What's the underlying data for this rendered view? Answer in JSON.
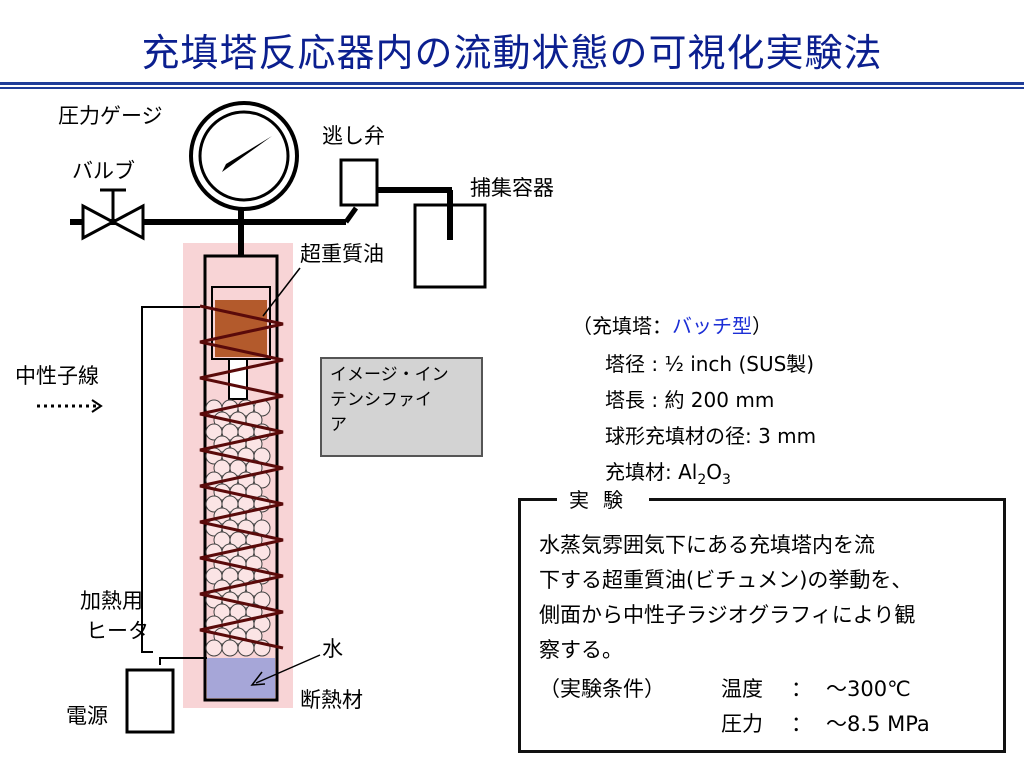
{
  "title": "充填塔反応器内の流動状態の可視化実験法",
  "labels": {
    "pressure_gauge": "圧力ゲージ",
    "valve": "バルブ",
    "relief_valve": "逃し弁",
    "collection_vessel": "捕集容器",
    "heavy_oil": "超重質油",
    "neutron_beam": "中性子線",
    "heater_line1": "加熱用",
    "heater_line2": "ヒータ",
    "power_supply": "電源",
    "water": "水",
    "insulation": "断熱材"
  },
  "image_intensifier": {
    "line1": "イメージ・イン",
    "line2": "テンシファイ",
    "line3": "ア"
  },
  "packed_tower": {
    "header_open": "（充填塔：",
    "header_type": "バッチ型",
    "header_close": "）",
    "diameter": "塔径 : ½ inch (SUS製)",
    "length": "塔長 : 約 200 mm",
    "sphere_diameter": "球形充填材の径: 3 mm",
    "material_prefix": "充填材:  Al",
    "material_sub1": "2",
    "material_mid": "O",
    "material_sub2": "3"
  },
  "experiment": {
    "title": "実験",
    "line1": "水蒸気雰囲気下にある充填塔内を流",
    "line2": "下する超重質油(ビチュメン)の挙動を、",
    "line3": "側面から中性子ラジオグラフィにより観",
    "line4": "察する。",
    "conditions_label": "（実験条件）",
    "temp_label": "温度",
    "temp_colon": "：",
    "temp_value": "～300℃",
    "pressure_label": "圧力",
    "pressure_colon": "：",
    "pressure_value": "～8.5 MPa"
  },
  "colors": {
    "title": "#0b1f8f",
    "accent": "#1c2fd6",
    "insulation_fill": "#f8d4d6",
    "oil_fill": "#b35a2c",
    "water_fill": "#a6a6d8",
    "heater_coil": "#5a0a0a",
    "ii_box_fill": "#d3d3d3"
  }
}
